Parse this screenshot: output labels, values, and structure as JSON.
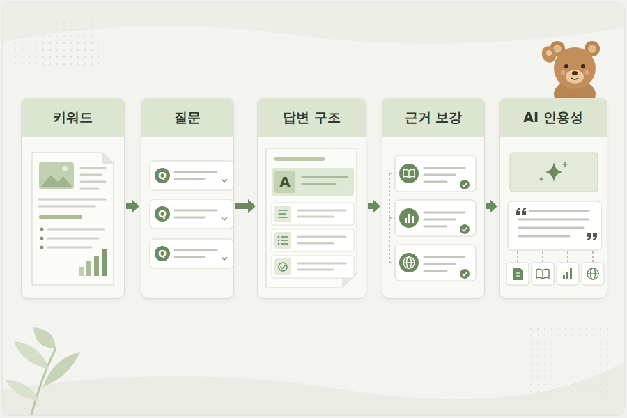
{
  "diagram": {
    "nodes": [
      {
        "text": [
          "키워드"
        ]
      },
      {
        "text": [
          "질문"
        ]
      },
      {
        "text": [
          "답변 구조"
        ]
      },
      {
        "text": [
          "근거 보강"
        ]
      },
      {
        "text": [
          "AI 인용성"
        ]
      }
    ],
    "edges": [
      {
        "from": 0,
        "to": 1,
        "arrow": "to"
      },
      {
        "from": 1,
        "to": 2,
        "arrow": "to"
      },
      {
        "from": 2,
        "to": 3,
        "arrow": "to"
      },
      {
        "from": 3,
        "to": 4,
        "arrow": "to"
      }
    ],
    "labels": [
      "Q",
      "Q",
      "Q",
      "A"
    ]
  }
}
